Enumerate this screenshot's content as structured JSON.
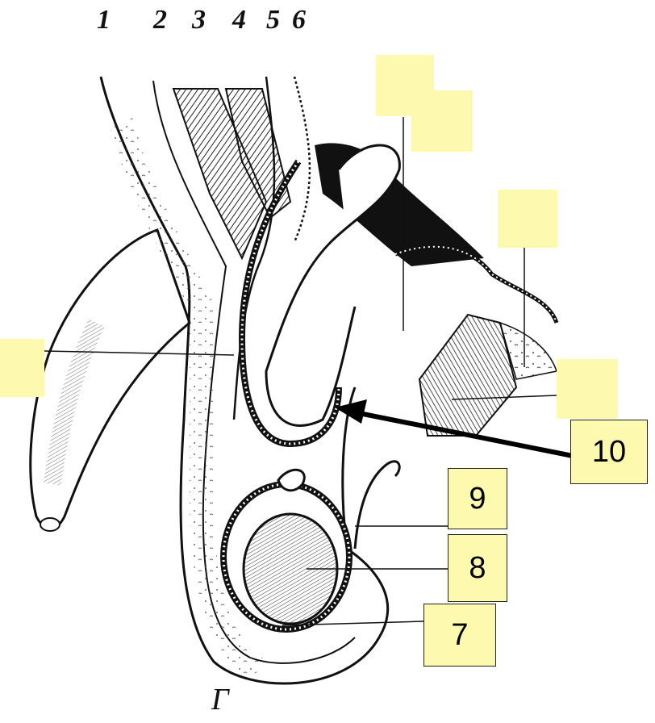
{
  "layer_labels": [
    "1",
    "2",
    "3",
    "4",
    "5",
    "6"
  ],
  "callouts": {
    "box_7": "7",
    "box_8": "8",
    "box_9": "9",
    "box_10": "10"
  },
  "figure_letter": "Г",
  "colors": {
    "label_box": "#fdfab0",
    "ink": "#111111"
  }
}
